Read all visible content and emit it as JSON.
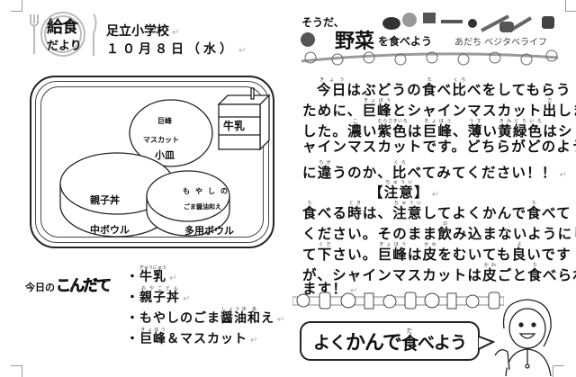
{
  "header": {
    "logo_title": "給食",
    "logo_subtitle": "だより",
    "school": "足立小学校",
    "date": "１０月８日（水）"
  },
  "banner": {
    "prefix": "そうだ、",
    "title_big": "野菜",
    "title_rest": "を食べよう",
    "subtitle": "あだち ベジタベライフ"
  },
  "tray": {
    "small_plate_items": [
      "巨峰",
      "マスカット"
    ],
    "small_plate_label": "小皿",
    "milk_label": "牛乳",
    "bowl_main_item": "親子丼",
    "bowl_main_label": "中ボウル",
    "bowl_side_item_1": "もやしの",
    "bowl_side_item_2": "ごま醤油和え",
    "bowl_side_label": "多用ボウル"
  },
  "menu": {
    "title_1": "今日の",
    "title_2": "こんだて",
    "items": [
      [
        [
          "・",
          ""
        ],
        [
          "牛乳",
          "ぎゅうにゅう"
        ]
      ],
      [
        [
          "・",
          ""
        ],
        [
          "親子丼",
          "おやこどん"
        ]
      ],
      [
        [
          "・もやしのごま",
          ""
        ],
        [
          "醤油",
          "しょうゆ"
        ],
        [
          "和",
          "あ"
        ],
        [
          "え",
          ""
        ]
      ],
      [
        [
          "・",
          ""
        ],
        [
          "巨峰",
          "きょほう"
        ],
        [
          "＆マスカット",
          ""
        ]
      ]
    ]
  },
  "article": {
    "lines": [
      [
        [
          "今日",
          "きょう"
        ],
        [
          "はぶどうの",
          ""
        ],
        [
          "食",
          "た"
        ],
        [
          "べ",
          ""
        ],
        [
          "比",
          "くら"
        ],
        [
          "べをしてもらう",
          ""
        ]
      ],
      [
        [
          "ために、",
          ""
        ],
        [
          "巨峰",
          "きょほう"
        ],
        [
          "とシャインマスカット",
          ""
        ],
        [
          "出",
          "だ"
        ],
        [
          "しま",
          ""
        ]
      ],
      [
        [
          "した。",
          ""
        ],
        [
          "濃",
          "こ"
        ],
        [
          "い",
          ""
        ],
        [
          "紫色",
          "むらさきいろ"
        ],
        [
          "は",
          ""
        ],
        [
          "巨峰",
          "きょほう"
        ],
        [
          "、",
          ""
        ],
        [
          "薄",
          "うす"
        ],
        [
          "い",
          ""
        ],
        [
          "黄緑色",
          "きみどりいろ"
        ],
        [
          "はシ",
          ""
        ]
      ],
      [
        [
          "ャインマスカットです。どちらがどのよう",
          ""
        ]
      ],
      [
        [
          "に",
          ""
        ],
        [
          "違",
          "ちが"
        ],
        [
          "うのか、",
          ""
        ],
        [
          "比",
          "くら"
        ],
        [
          "べてみてください！！",
          ""
        ]
      ],
      [
        [
          "【",
          ""
        ],
        [
          "注意",
          "ちゅうい"
        ],
        [
          "】",
          ""
        ]
      ],
      [
        [
          "食",
          "た"
        ],
        [
          "べる",
          ""
        ],
        [
          "時",
          "とき"
        ],
        [
          "は、",
          ""
        ],
        [
          "注意",
          "ちゅうい"
        ],
        [
          "してよくかんで",
          ""
        ],
        [
          "食",
          "た"
        ],
        [
          "べて",
          ""
        ]
      ],
      [
        [
          "ください。そのまま",
          ""
        ],
        [
          "飲",
          "の"
        ],
        [
          "み込まないようにし",
          ""
        ]
      ],
      [
        [
          "て",
          ""
        ],
        [
          "下",
          "くだ"
        ],
        [
          "さい。",
          ""
        ],
        [
          "巨峰",
          "きょほう"
        ],
        [
          "は",
          ""
        ],
        [
          "皮",
          "かわ"
        ],
        [
          "をむいても",
          ""
        ],
        [
          "良",
          "よ"
        ],
        [
          "いです",
          ""
        ]
      ],
      [
        [
          "が、シャインマスカットは",
          ""
        ],
        [
          "皮",
          "かわ"
        ],
        [
          "ごと",
          ""
        ],
        [
          "食",
          "た"
        ],
        [
          "べられ",
          ""
        ]
      ],
      [
        [
          "ます！",
          ""
        ]
      ]
    ]
  },
  "callout": {
    "text_1": "よく",
    "text_2": "かんで",
    "text_3": "食",
    "text_3_ruby": "た",
    "text_4": "べよう"
  }
}
